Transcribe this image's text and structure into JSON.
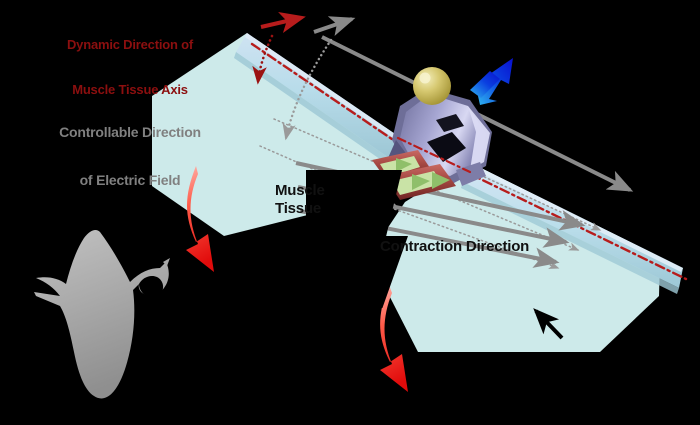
{
  "figure": {
    "type": "scientific-diagram",
    "subject": "biohybrid manta-ray robot actuation schematic",
    "background_color": "#000000"
  },
  "labels": {
    "dynamic_axis": {
      "line1": "Dynamic Direction of",
      "line2": "Muscle Tissue Axis",
      "color": "#8c0f0f"
    },
    "electric_field": {
      "line1": "Controllable Direction",
      "line2": "of Electric Field",
      "color": "#808080"
    },
    "muscle_contraction": {
      "line1": "Muscle",
      "line2": "Tissue",
      "line3": "Contraction Direction",
      "color": "#111111"
    }
  },
  "colors": {
    "wing_fill": "#cdeaea",
    "wing_edge_band": "#b8dcea",
    "wing_band_dark": "#a7cfd8",
    "axis_line_red": "#b71c1c",
    "red_arrow_dark": "#a80d0d",
    "red_arrow_light": "#ff7a6e",
    "blue_arrow_dark": "#0a17d8",
    "blue_arrow_light": "#2ea8e8",
    "gray_arrow": "#8a8a8a",
    "dotted_gray": "#9a9a9a",
    "manta_silhouette": "#a8a8a8",
    "mech_lavender": "#8d8db8",
    "mech_lavender_light": "#c9c9e8",
    "mech_gold": "#c9bb66",
    "mech_gold_light": "#e8e0a8",
    "mech_red": "#a94a4a",
    "mech_red_dark": "#7e2d2d",
    "mech_green": "#c5e0a8",
    "mech_green_dark": "#8fbf6a",
    "black_arrow": "#000000"
  },
  "elements": {
    "left_wing": {
      "name": "left-wing-panel",
      "note": "light cyan angled wing plate"
    },
    "right_wing": {
      "name": "right-wing-panel",
      "note": "light cyan angled wing plate"
    },
    "central_mechanism": {
      "name": "central-actuator-mechanism",
      "note": "3D arch with gold sphere and red/green muscle cartridges"
    },
    "manta_silhouette": {
      "name": "manta-ray-silhouette",
      "note": "gray manta ray outline, lower left"
    },
    "red_axis_line": {
      "name": "muscle-tissue-axis-line",
      "style": "dash-dot",
      "color": "#b71c1c"
    }
  },
  "arrows": {
    "dynamic_axis_curve": {
      "name": "dynamic-axis-dotted-curve",
      "style": "dotted",
      "color": "#8c0f0f"
    },
    "electric_field_curve": {
      "name": "electric-field-dotted-curve",
      "style": "dotted",
      "color": "#9a9a9a"
    },
    "contraction_left": {
      "name": "contraction-arrow-left",
      "color": "#d81313"
    },
    "contraction_right": {
      "name": "contraction-arrow-right",
      "color": "#d81313"
    },
    "flap_up_blue": {
      "name": "flap-up-arrow",
      "color": "#0a17d8"
    },
    "field_lines_left": {
      "name": "electric-field-lines-left",
      "count": 2
    },
    "field_lines_right": {
      "name": "electric-field-lines-right",
      "count": 3
    },
    "straight_gray_top": {
      "name": "guide-arrow-top",
      "count": 2
    },
    "straight_gray_mid": {
      "name": "guide-arrow-mid",
      "count": 3
    },
    "black_pointer": {
      "name": "wing-surface-pointer",
      "color": "#000000"
    }
  }
}
